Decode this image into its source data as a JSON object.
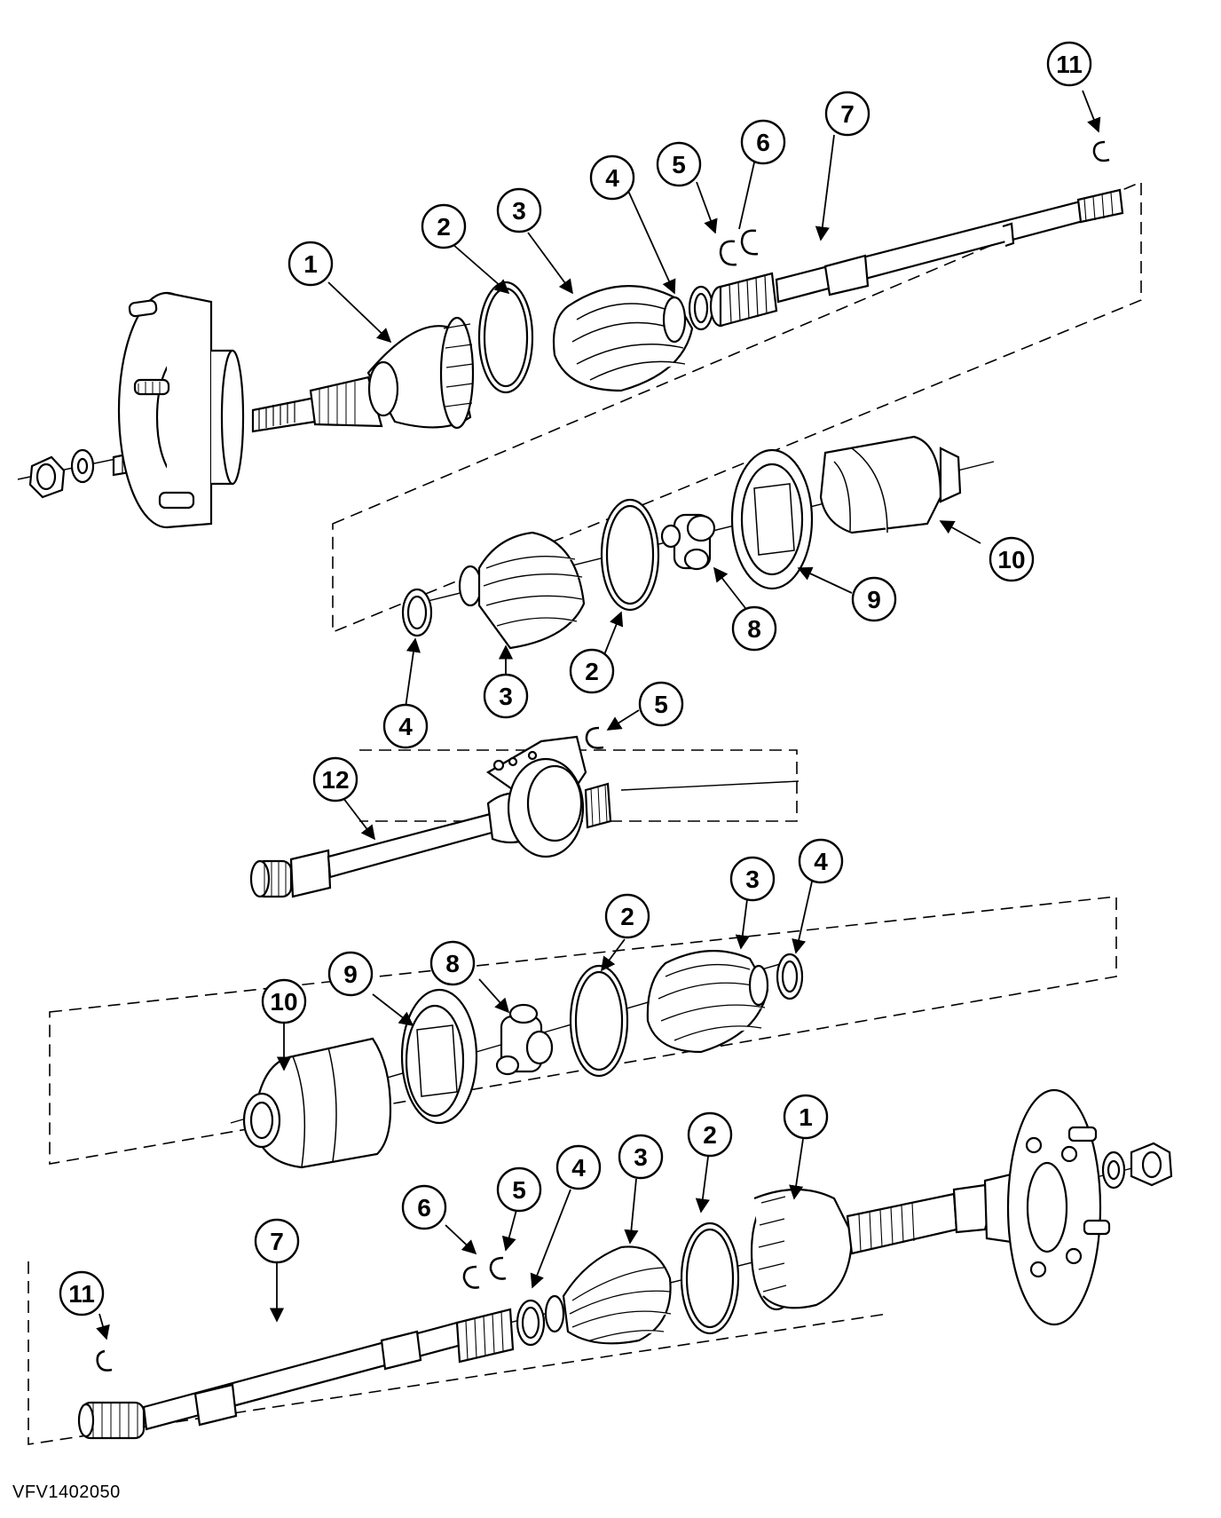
{
  "figure_id": "VFV1402050",
  "callouts": [
    {
      "label": "11"
    },
    {
      "label": "7"
    },
    {
      "label": "6"
    },
    {
      "label": "5"
    },
    {
      "label": "4"
    },
    {
      "label": "3"
    },
    {
      "label": "2"
    },
    {
      "label": "1"
    },
    {
      "label": "10"
    },
    {
      "label": "9"
    },
    {
      "label": "8"
    },
    {
      "label": "2"
    },
    {
      "label": "3"
    },
    {
      "label": "4"
    },
    {
      "label": "5"
    },
    {
      "label": "12"
    },
    {
      "label": "4"
    },
    {
      "label": "3"
    },
    {
      "label": "2"
    },
    {
      "label": "8"
    },
    {
      "label": "9"
    },
    {
      "label": "10"
    },
    {
      "label": "1"
    },
    {
      "label": "2"
    },
    {
      "label": "3"
    },
    {
      "label": "4"
    },
    {
      "label": "5"
    },
    {
      "label": "6"
    },
    {
      "label": "7"
    },
    {
      "label": "11"
    }
  ]
}
